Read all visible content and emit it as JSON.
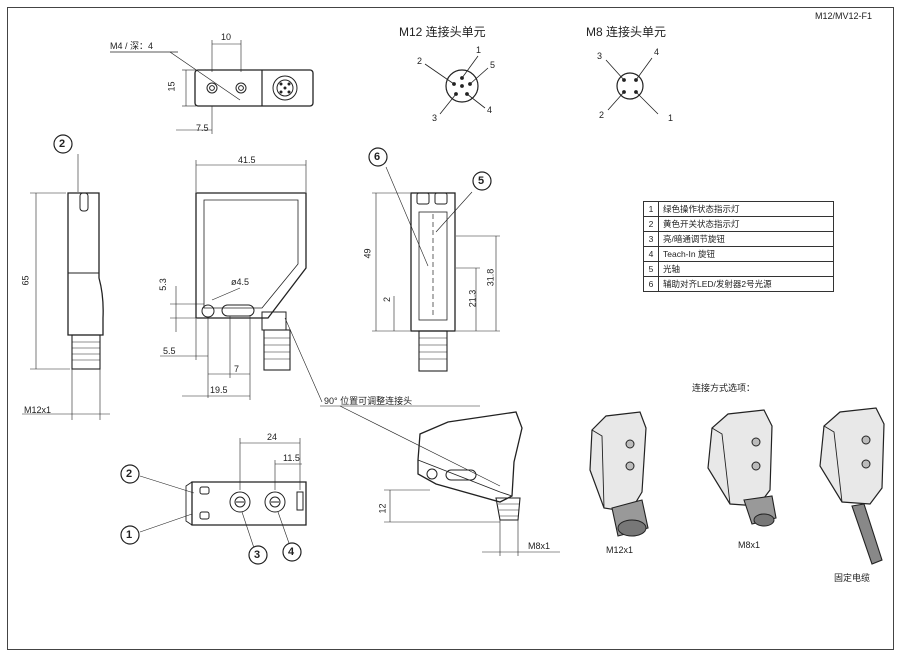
{
  "doc_code": "M12/MV12-F1",
  "connectors": {
    "m12": {
      "title": "M12 连接头单元",
      "pins": [
        "1",
        "2",
        "3",
        "4",
        "5"
      ]
    },
    "m8": {
      "title": "M8 连接头单元",
      "pins": [
        "1",
        "2",
        "3",
        "4"
      ]
    }
  },
  "dims": {
    "thread_note": "M4 / 深：4",
    "d10": "10",
    "d15": "15",
    "d7_5": "7.5",
    "d41_5": "41.5",
    "d65": "65",
    "d5_3": "5.3",
    "d_hole": "ø4.5",
    "d5_5": "5.5",
    "d7": "7",
    "d19_5": "19.5",
    "d49": "49",
    "d2": "2",
    "d21_3": "21.3",
    "d31_8": "31.8",
    "d24": "24",
    "d11_5": "11.5",
    "d12": "12",
    "thread_m12": "M12x1",
    "thread_m8": "M8x1"
  },
  "callouts": [
    "1",
    "2",
    "3",
    "4",
    "5",
    "6"
  ],
  "rotate_note": "90° 位置可调整连接头",
  "legend": [
    {
      "num": "1",
      "text": "绿色操作状态指示灯"
    },
    {
      "num": "2",
      "text": "黄色开关状态指示灯"
    },
    {
      "num": "3",
      "text": "亮/暗通调节旋钮"
    },
    {
      "num": "4",
      "text": "Teach-In 旋钮"
    },
    {
      "num": "5",
      "text": "光轴"
    },
    {
      "num": "6",
      "text": "辅助对齐LED/发射器2号光源"
    }
  ],
  "options": {
    "title": "连接方式选项：",
    "items": [
      "M12x1",
      "M8x1",
      "固定电缆"
    ]
  }
}
